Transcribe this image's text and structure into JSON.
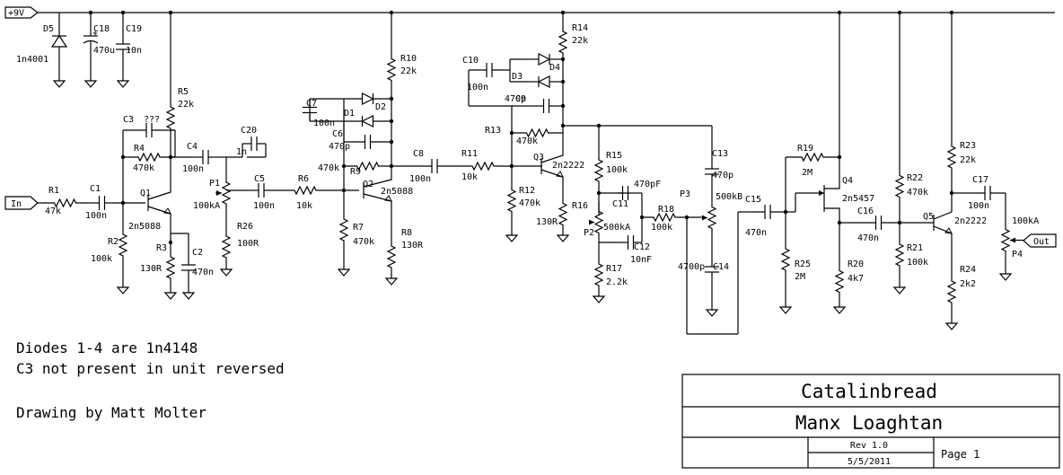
{
  "ports": {
    "vcc": "+9V",
    "input": "In",
    "output": "Out"
  },
  "components": [
    {
      "ref": "D5",
      "value": "1n4001"
    },
    {
      "ref": "C18",
      "value": "470u"
    },
    {
      "ref": "C19",
      "value": "10n"
    },
    {
      "ref": "R1",
      "value": "47k"
    },
    {
      "ref": "C1",
      "value": "100n"
    },
    {
      "ref": "Q1",
      "value": "2n5088"
    },
    {
      "ref": "R2",
      "value": "100k"
    },
    {
      "ref": "R3",
      "value": "130R"
    },
    {
      "ref": "C2",
      "value": "470n"
    },
    {
      "ref": "R4",
      "value": "470k"
    },
    {
      "ref": "C3",
      "value": "???"
    },
    {
      "ref": "R5",
      "value": "22k"
    },
    {
      "ref": "C4",
      "value": "100n"
    },
    {
      "ref": "P1",
      "value": "100kA"
    },
    {
      "ref": "C20",
      "value": "1n"
    },
    {
      "ref": "R26",
      "value": "100R"
    },
    {
      "ref": "C5",
      "value": "100n"
    },
    {
      "ref": "R6",
      "value": "10k"
    },
    {
      "ref": "C7",
      "value": "100n"
    },
    {
      "ref": "D1",
      "value": ""
    },
    {
      "ref": "D2",
      "value": ""
    },
    {
      "ref": "C6",
      "value": "470p"
    },
    {
      "ref": "R9",
      "value": "470k"
    },
    {
      "ref": "R7",
      "value": "470k"
    },
    {
      "ref": "Q2",
      "value": "2n5088"
    },
    {
      "ref": "R8",
      "value": "130R"
    },
    {
      "ref": "R10",
      "value": "22k"
    },
    {
      "ref": "C8",
      "value": "100n"
    },
    {
      "ref": "R11",
      "value": "10k"
    },
    {
      "ref": "R12",
      "value": "470k"
    },
    {
      "ref": "C10",
      "value": "100n"
    },
    {
      "ref": "D3",
      "value": ""
    },
    {
      "ref": "D4",
      "value": ""
    },
    {
      "ref": "C9",
      "value": "470p"
    },
    {
      "ref": "R13",
      "value": "470k"
    },
    {
      "ref": "Q3",
      "value": "2n2222"
    },
    {
      "ref": "R14",
      "value": "22k"
    },
    {
      "ref": "R15",
      "value": "100k"
    },
    {
      "ref": "R16",
      "value": "130R"
    },
    {
      "ref": "C11",
      "value": "470pF"
    },
    {
      "ref": "P2",
      "value": "500kA"
    },
    {
      "ref": "C12",
      "value": "10nF"
    },
    {
      "ref": "R17",
      "value": "2.2k"
    },
    {
      "ref": "R18",
      "value": "100k"
    },
    {
      "ref": "P3",
      "value": "500kB"
    },
    {
      "ref": "C13",
      "value": "470p"
    },
    {
      "ref": "C14",
      "value": "4700p"
    },
    {
      "ref": "C15",
      "value": "470n"
    },
    {
      "ref": "R19",
      "value": "2M"
    },
    {
      "ref": "R25",
      "value": "2M"
    },
    {
      "ref": "Q4",
      "value": "2n5457"
    },
    {
      "ref": "R20",
      "value": "4k7"
    },
    {
      "ref": "C16",
      "value": "470n"
    },
    {
      "ref": "R22",
      "value": "470k"
    },
    {
      "ref": "R21",
      "value": "100k"
    },
    {
      "ref": "Q5",
      "value": "2n2222"
    },
    {
      "ref": "R23",
      "value": "22k"
    },
    {
      "ref": "R24",
      "value": "2k2"
    },
    {
      "ref": "C17",
      "value": "100n"
    },
    {
      "ref": "P4",
      "value": "100kA"
    }
  ],
  "notes": [
    "Diodes 1-4 are 1n4148",
    "C3 not present in unit reversed",
    "Drawing by Matt Molter"
  ],
  "title_block": {
    "company": "Catalinbread",
    "title": "Manx Loaghtan",
    "rev": "Rev 1.0",
    "date": "5/5/2011",
    "page": "Page 1"
  }
}
